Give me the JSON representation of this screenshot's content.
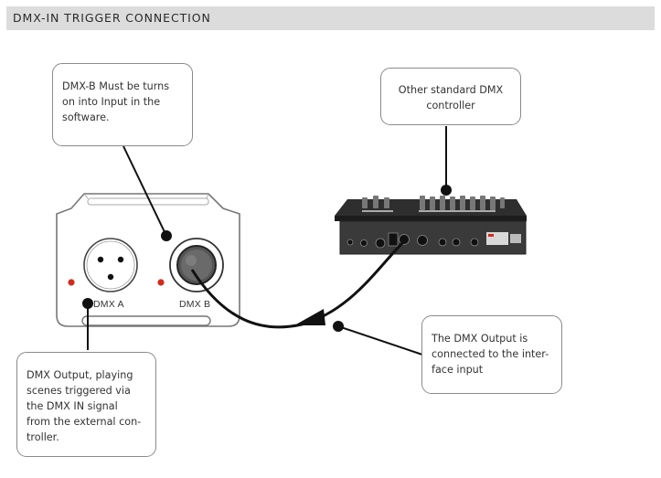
{
  "header": {
    "title": "DMX-IN TRIGGER CONNECTION"
  },
  "callouts": {
    "dmxb_setting": {
      "lines": [
        "DMX-B Must be turns",
        "on into Input in the",
        "software."
      ]
    },
    "controller": {
      "lines": [
        "Other standard DMX",
        "controller"
      ]
    },
    "dmx_output": {
      "lines": [
        "DMX Output, playing",
        "scenes triggered via",
        "the DMX IN signal",
        "from the external con-",
        "troller."
      ]
    },
    "interface_input": {
      "lines": [
        "The DMX Output is",
        "connected to the inter-",
        "face input"
      ]
    }
  },
  "device": {
    "port_a_label": "DMX A",
    "port_b_label": "DMX B",
    "led_color": "#d42a1c"
  },
  "colors": {
    "line": "#111111",
    "box_border": "#8a8a8a",
    "header_bg": "#dcdcdc"
  }
}
